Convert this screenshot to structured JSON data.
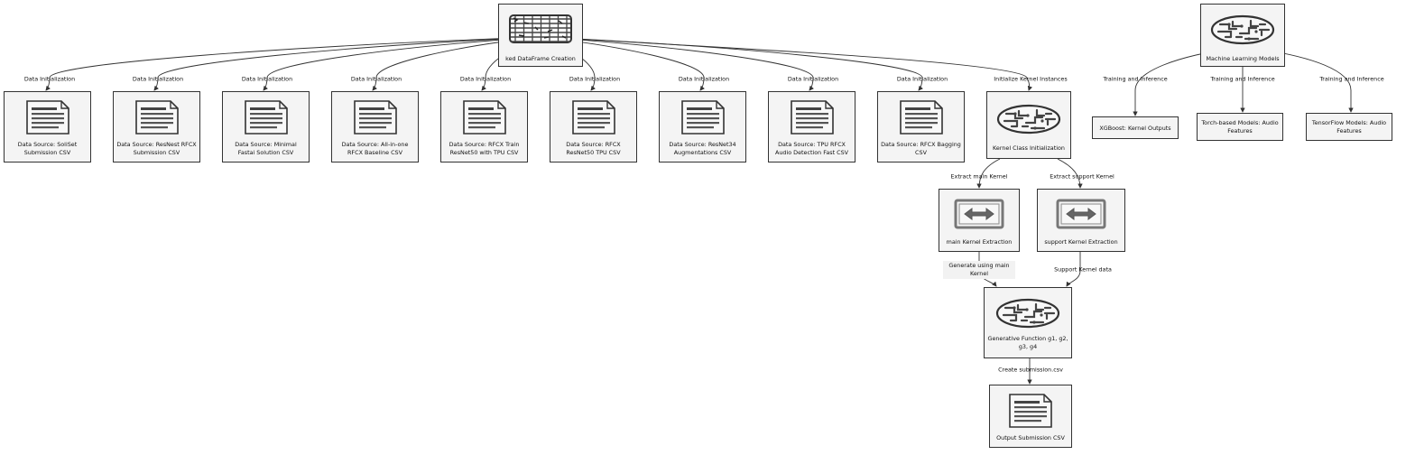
{
  "nodes": {
    "root": "ked DataFrame Creation",
    "ml": "Machine Learning Models",
    "src1": "Data Source: SoliSet Submission CSV",
    "src2": "Data Source: ResNest RFCX Submission CSV",
    "src3": "Data Source: Minimal Fastai Solution CSV",
    "src4": "Data Source: All-in-one RFCX Baseline CSV",
    "src5": "Data Source: RFCX Train ResNet50 with TPU CSV",
    "src6": "Data Source: RFCX ResNet50 TPU CSV",
    "src7": "Data Source: ResNet34 Augmentations CSV",
    "src8": "Data Source: TPU RFCX Audio Detection Fast CSV",
    "src9": "Data Source: RFCX Bagging CSV",
    "kernel": "Kernel Class Initialization",
    "xgb": "XGBoost: Kernel Outputs",
    "torch": "Torch-based Models: Audio Features",
    "tf": "TensorFlow Models: Audio Features",
    "mainext": "main Kernel Extraction",
    "supext": "support Kernel Extraction",
    "gen": "Generative Function g1, g2, g3, g4",
    "out": "Output Submission CSV"
  },
  "edges": {
    "data_init": "Data Initialization",
    "init_kernel": "Initialize Kernel Instances",
    "train_inf": "Training and Inference",
    "extract_main": "Extract main Kernel",
    "extract_support": "Extract support Kernel",
    "gen_main": "Generate using main Kernel",
    "support_data": "Support Kernel data",
    "create_sub": "Create submission.csv"
  },
  "icons": {
    "root": "spreadsheet-icon",
    "sources": "document-icon",
    "brains": "brain-icon",
    "extract": "transfer-arrows-icon"
  }
}
